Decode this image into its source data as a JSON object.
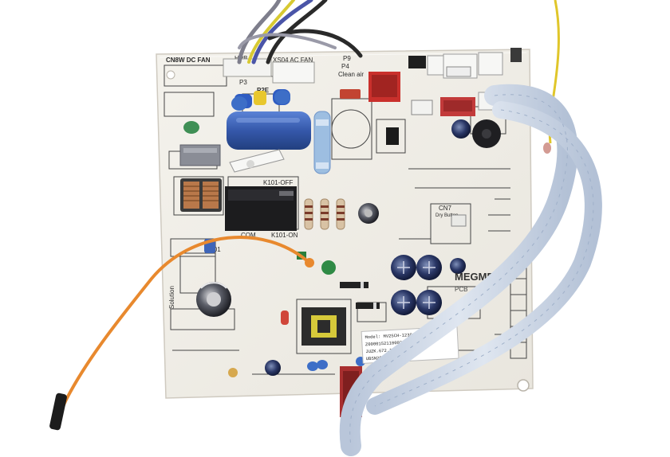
{
  "board": {
    "connector_labels": {
      "cn_dc_fan": "CN8W DC FAN",
      "hpb": "HPB",
      "p3": "P3",
      "p2e": "P2E",
      "cn_ac_fan": "XS04 AC FAN",
      "p9": "P9",
      "p4": "P4",
      "clean_air": "Clean air",
      "k101": "K101",
      "com": "COM",
      "k101_on": "K101-ON",
      "k101_off": "K101-OFF",
      "solution": "Solution",
      "cn7": "CN7",
      "dry_button": "Dry Button"
    },
    "brand": "MEGMEET",
    "model_code": "PCB",
    "label_sticker": {
      "line1": "Model: MV25CH-12391-2021-04-20",
      "line2": "Z0000152110002 3",
      "line3": "JUZK.672.10391",
      "line4": "UBSN2C5C74"
    }
  },
  "colors": {
    "pcb": "#f1efe9",
    "wire_orange": "#e8892e",
    "wire_yellow": "#e0c62a",
    "ribbon": "#c9d6e8",
    "capacitor_blue": "#3d63b8",
    "connector_red": "#c23a3a"
  }
}
